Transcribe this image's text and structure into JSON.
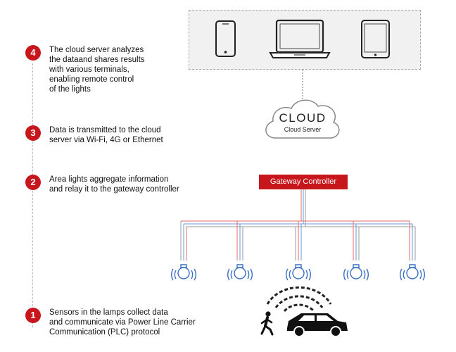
{
  "steps": [
    {
      "number": "4",
      "text": "The cloud server analyzes\nthe dataand shares results\nwith various terminals,\nenabling remote control\nof the lights"
    },
    {
      "number": "3",
      "text": "Data is transmitted to the cloud\nserver via Wi-Fi, 4G or Ethernet"
    },
    {
      "number": "2",
      "text": "Area lights aggregate information\nand relay it to the gateway controller"
    },
    {
      "number": "1",
      "text": "Sensors in the lamps collect data\nand communicate via Power Line Carrier\nCommunication (PLC) protocol"
    }
  ],
  "cloud": {
    "title": "CLOUD",
    "subtitle": "Cloud Server"
  },
  "gateway": {
    "label": "Gateway Controller"
  },
  "icons": {
    "terminals": [
      "smartphone-icon",
      "laptop-icon",
      "tablet-icon"
    ],
    "lamps": [
      "bulb-icon",
      "bulb-icon",
      "bulb-icon",
      "bulb-icon",
      "bulb-icon"
    ],
    "pedestrian": "walking-person-icon",
    "vehicle": "car-icon",
    "signal": "wireless-signal-icon"
  },
  "colors": {
    "accent": "#c8161d",
    "wire_red": "#e06a6a",
    "wire_blue": "#6a9ad8",
    "wire_gray": "#9a9a9a"
  }
}
